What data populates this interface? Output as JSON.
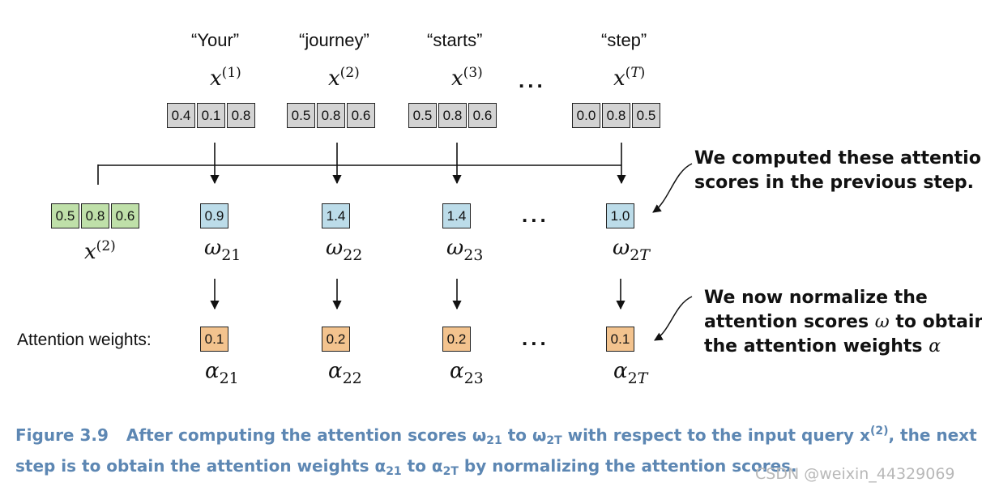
{
  "tokens": [
    {
      "word": "“Your”",
      "x_base": "x",
      "x_sup": "1",
      "x_sup_italic": false,
      "vector": [
        "0.4",
        "0.1",
        "0.8"
      ]
    },
    {
      "word": "“journey”",
      "x_base": "x",
      "x_sup": "2",
      "x_sup_italic": false,
      "vector": [
        "0.5",
        "0.8",
        "0.6"
      ]
    },
    {
      "word": "“starts”",
      "x_base": "x",
      "x_sup": "3",
      "x_sup_italic": false,
      "vector": [
        "0.5",
        "0.8",
        "0.6"
      ]
    },
    {
      "word": "“step”",
      "x_base": "x",
      "x_sup": "T",
      "x_sup_italic": true,
      "vector": [
        "0.0",
        "0.8",
        "0.5"
      ]
    }
  ],
  "query": {
    "x_base": "x",
    "x_sup": "2",
    "vector": [
      "0.5",
      "0.8",
      "0.6"
    ]
  },
  "scores": [
    {
      "value": "0.9",
      "symbol": "ω",
      "sub": "21",
      "sub_italic_T": false
    },
    {
      "value": "1.4",
      "symbol": "ω",
      "sub": "22",
      "sub_italic_T": false
    },
    {
      "value": "1.4",
      "symbol": "ω",
      "sub": "23",
      "sub_italic_T": false
    },
    {
      "value": "1.0",
      "symbol": "ω",
      "sub": "2",
      "sub_T": "T",
      "sub_italic_T": true
    }
  ],
  "weights": [
    {
      "value": "0.1",
      "symbol": "α",
      "sub": "21"
    },
    {
      "value": "0.2",
      "symbol": "α",
      "sub": "22"
    },
    {
      "value": "0.2",
      "symbol": "α",
      "sub": "23"
    },
    {
      "value": "0.1",
      "symbol": "α",
      "sub": "2",
      "sub_T": "T"
    }
  ],
  "ellipsis": "...",
  "attention_weights_label": "Attention weights:",
  "note_scores": {
    "line1": "We computed these attention",
    "line2": "scores in the previous step."
  },
  "note_normalize": {
    "line1": "We now normalize the",
    "line2_pre": "attention scores ",
    "line2_sym": "ω",
    "line2_post": " to obtain",
    "line3_pre": "the attention weights ",
    "line3_sym": "α"
  },
  "caption": {
    "figure": "Figure 3.9",
    "l1_a": "After computing the attention scores ω",
    "l1_sub1": "21",
    "l1_b": " to ω",
    "l1_sub2": "2T",
    "l1_c": " with respect to the input query x",
    "l1_sup": "(2)",
    "l1_d": ", the next",
    "l2_a": "step is to obtain the attention weights α",
    "l2_sub1": "21",
    "l2_b": " to α",
    "l2_sub2": "2T",
    "l2_c": " by normalizing the attention scores."
  },
  "watermark": "CSDN @weixin_44329069",
  "colors": {
    "gray": "#d3d3d3",
    "green": "#bfe0a9",
    "blue": "#bcdce9",
    "orange": "#f3c38e",
    "caption": "#5d87b3"
  }
}
